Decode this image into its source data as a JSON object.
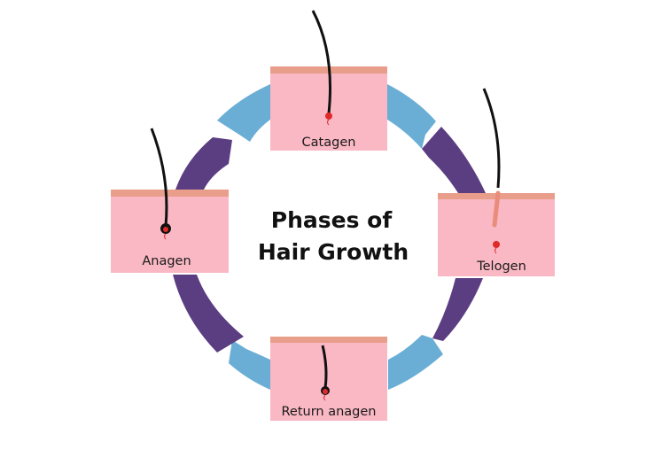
{
  "title": {
    "line1": "Phases of",
    "line2": "Hair Growth"
  },
  "phases": {
    "catagen": {
      "label": "Catagen"
    },
    "telogen": {
      "label": "Telogen"
    },
    "return_anagen": {
      "label": "Return anagen"
    },
    "anagen": {
      "label": "Anagen"
    }
  },
  "colors": {
    "arrow_light": "#6aaed6",
    "arrow_dark": "#5b3d82",
    "skin": "#f9b8c4",
    "skin_top": "#e89e8a",
    "hair": "#111111",
    "bulb": "#e02a2a",
    "shed_hair": "#e98c7a",
    "background": "#ffffff"
  }
}
